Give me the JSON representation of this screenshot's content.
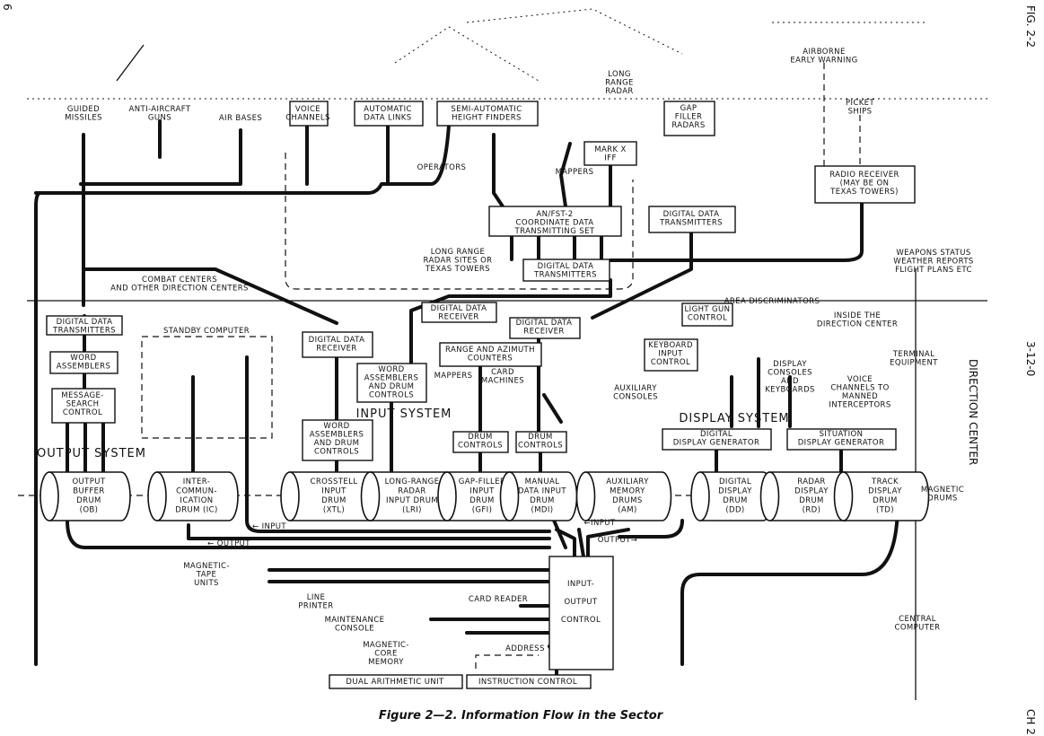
{
  "figure": {
    "caption": "Figure 2—2. Information Flow in the Sector",
    "margin_fig": "FIG. 2-2",
    "margin_page": "3-12-0",
    "margin_ch": "CH 2",
    "margin_side": "DIRECTION CENTER",
    "margin_num": "6"
  },
  "labels": {
    "guided_missiles": [
      "GUIDED",
      "MISSILES"
    ],
    "anti_aircraft_guns": [
      "ANTI-AIRCRAFT",
      "GUNS"
    ],
    "air_bases": [
      "AIR BASES"
    ],
    "voice_channels": [
      "VOICE",
      "CHANNELS"
    ],
    "automatic_data_links": [
      "AUTOMATIC",
      "DATA LINKS"
    ],
    "height_finders": [
      "SEMI-AUTOMATIC",
      "HEIGHT FINDERS"
    ],
    "long_range_radar": [
      "LONG",
      "RANGE",
      "RADAR"
    ],
    "gap_filler_radars": [
      "GAP",
      "FILLER",
      "RADARS"
    ],
    "airborne_early_warning": [
      "AIRBORNE",
      "EARLY WARNING"
    ],
    "picket_ships": [
      "PICKET",
      "SHIPS"
    ],
    "operators": [
      "OPERATORS"
    ],
    "mappers_top": [
      "MAPPERS"
    ],
    "mark_x_iff": [
      "MARK X",
      "IFF"
    ],
    "radio_receiver": [
      "RADIO RECEIVER",
      "(MAY BE ON",
      "TEXAS TOWERS)"
    ],
    "an_fst2": [
      "AN/FST-2",
      "COORDINATE DATA",
      "TRANSMITTING SET"
    ],
    "gap_transmitters": [
      "DIGITAL DATA",
      "TRANSMITTERS"
    ],
    "long_range_sites": [
      "LONG RANGE",
      "RADAR SITES OR",
      "TEXAS TOWERS"
    ],
    "site_transmitters": [
      "DIGITAL DATA",
      "TRANSMITTERS"
    ],
    "weapons_status": [
      "WEAPONS STATUS",
      "WEATHER REPORTS",
      "FLIGHT PLANS ETC"
    ],
    "combat_centers": [
      "COMBAT CENTERS",
      "AND OTHER DIRECTION CENTERS"
    ],
    "area_discriminators": [
      "AREA DISCRIMINATORS"
    ],
    "inside_dc": [
      "INSIDE THE",
      "DIRECTION CENTER"
    ],
    "receiver_lri": [
      "DIGITAL DATA",
      "RECEIVER"
    ],
    "receiver_gfi": [
      "DIGITAL DATA",
      "RECEIVER"
    ],
    "light_gun_control": [
      "LIGHT GUN",
      "CONTROL"
    ],
    "output_transmitters": [
      "DIGITAL DATA",
      "TRANSMITTERS"
    ],
    "standby_computer": [
      "STANDBY  COMPUTER"
    ],
    "receiver_xtl": [
      "DIGITAL DATA",
      "RECEIVER"
    ],
    "range_azimuth": [
      "RANGE AND AZIMUTH",
      "COUNTERS"
    ],
    "keyboard_input": [
      "KEYBOARD",
      "INPUT",
      "CONTROL"
    ],
    "display_consoles": [
      "DISPLAY",
      "CONSOLES",
      "AND",
      "KEYBOARDS"
    ],
    "word_assemblers_out": [
      "WORD",
      "ASSEMBLERS"
    ],
    "terminal_equipment": [
      "TERMINAL",
      "EQUIPMENT"
    ],
    "wa_drum_lri": [
      "WORD",
      "ASSEMBLERS",
      "AND DRUM",
      "CONTROLS"
    ],
    "mappers_mid": [
      "MAPPERS"
    ],
    "card_machines": [
      "CARD",
      "MACHINES"
    ],
    "voice_interceptors": [
      "VOICE",
      "CHANNELS TO",
      "MANNED",
      "INTERCEPTORS"
    ],
    "message_search": [
      "MESSAGE-",
      "SEARCH",
      "CONTROL"
    ],
    "auxiliary_consoles": [
      "AUXILIARY",
      "CONSOLES"
    ],
    "input_system": [
      "INPUT SYSTEM"
    ],
    "display_system": [
      "DISPLAY    SYSTEM"
    ],
    "output_system": [
      "OUTPUT SYSTEM"
    ],
    "wa_drum_xtl": [
      "WORD",
      "ASSEMBLERS",
      "AND DRUM",
      "CONTROLS"
    ],
    "drum_controls_gfi": [
      "DRUM",
      "CONTROLS"
    ],
    "drum_controls_mdi": [
      "DRUM",
      "CONTROLS"
    ],
    "digital_display_gen": [
      "DIGITAL",
      "DISPLAY GENERATOR"
    ],
    "situation_display_gen": [
      "SITUATION",
      "DISPLAY GENERATOR"
    ],
    "magnetic_drums": [
      "MAGNETIC",
      "DRUMS"
    ],
    "input_left": [
      "← INPUT"
    ],
    "output_left": [
      "← OUTPUT"
    ],
    "input_right": [
      "←INPUT"
    ],
    "output_right": [
      "OUTPUT→"
    ],
    "io_control": [
      "INPUT-",
      "OUTPUT",
      "CONTROL"
    ],
    "magnetic_tape": [
      "MAGNETIC-",
      "TAPE",
      "UNITS"
    ],
    "line_printer": [
      "LINE",
      "PRINTER"
    ],
    "card_reader": [
      "CARD READER"
    ],
    "maintenance_console": [
      "MAINTENANCE",
      "CONSOLE"
    ],
    "central_computer": [
      "CENTRAL",
      "COMPUTER"
    ],
    "address": [
      "ADDRESS"
    ],
    "magnetic_core": [
      "MAGNETIC-",
      "CORE",
      "MEMORY"
    ],
    "dual_arithmetic": [
      "DUAL ARITHMETIC UNIT"
    ],
    "instruction_control": [
      "INSTRUCTION CONTROL"
    ]
  },
  "drums": [
    {
      "id": "ob",
      "lines": [
        "OUTPUT",
        "BUFFER",
        "DRUM",
        "(OB)"
      ]
    },
    {
      "id": "ic",
      "lines": [
        "INTER-",
        "COMMUN-",
        "ICATION",
        "DRUM (IC)"
      ]
    },
    {
      "id": "xtl",
      "lines": [
        "CROSSTELL",
        "INPUT",
        "DRUM",
        "(XTL)"
      ]
    },
    {
      "id": "lri",
      "lines": [
        "LONG-RANGE",
        "RADAR",
        "INPUT DRUM",
        "(LRI)"
      ]
    },
    {
      "id": "gfi",
      "lines": [
        "GAP-FILLER",
        "INPUT",
        "DRUM",
        "(GFI)"
      ]
    },
    {
      "id": "mdi",
      "lines": [
        "MANUAL",
        "DATA INPUT",
        "DRUM",
        "(MDI)"
      ]
    },
    {
      "id": "am",
      "lines": [
        "AUXILIARY",
        "MEMORY",
        "DRUMS",
        "(AM)"
      ]
    },
    {
      "id": "dd",
      "lines": [
        "DIGITAL",
        "DISPLAY",
        "DRUM",
        "(DD)"
      ]
    },
    {
      "id": "rd",
      "lines": [
        "RADAR",
        "DISPLAY",
        "DRUM",
        "(RD)"
      ]
    },
    {
      "id": "td",
      "lines": [
        "TRACK",
        "DISPLAY",
        "DRUM",
        "(TD)"
      ]
    }
  ]
}
